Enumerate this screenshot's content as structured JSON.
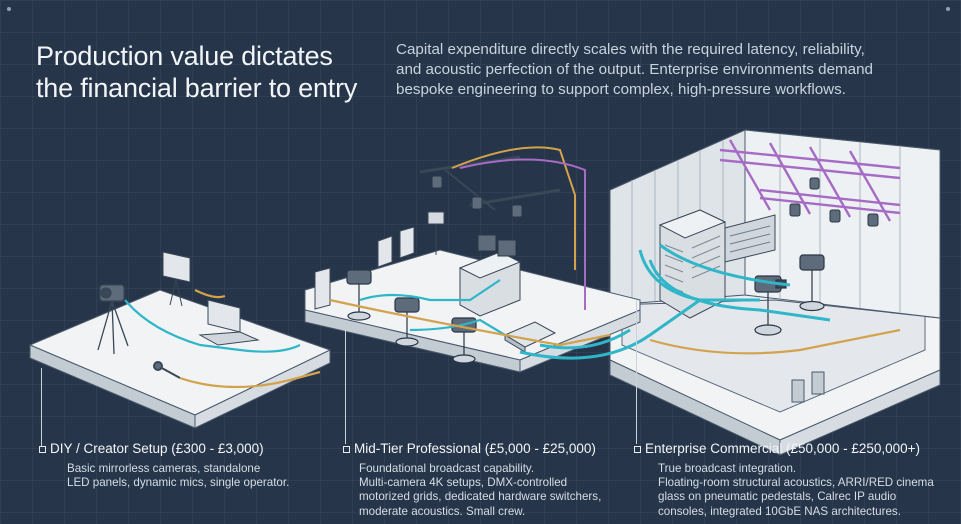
{
  "header": {
    "title_line1": "Production value dictates",
    "title_line2": "the financial barrier to entry",
    "subtitle_line1": "Capital expenditure directly scales with the required latency, reliability,",
    "subtitle_line2": "and acoustic perfection of the output. Enterprise environments demand",
    "subtitle_line3": "bespoke engineering to support complex, high-pressure workflows."
  },
  "tiers": [
    {
      "heading": "DIY / Creator Setup (£300 - £3,000)",
      "lines": [
        "Basic mirrorless cameras, standalone",
        "LED panels, dynamic mics, single operator."
      ]
    },
    {
      "heading": "Mid-Tier Professional (£5,000 - £25,000)",
      "lines": [
        "Foundational broadcast capability.",
        "Multi-camera 4K setups, DMX-controlled",
        "motorized grids, dedicated hardware switchers,",
        "moderate acoustics. Small crew."
      ]
    },
    {
      "heading": "Enterprise Commercial (£50,000 - £250,000+)",
      "lines": [
        "True broadcast integration.",
        "Floating-room structural acoustics, ARRI/RED cinema",
        "glass on pneumatic pedestals, Calrec IP audio",
        "consoles, integrated 10GbE NAS architectures."
      ]
    }
  ],
  "colors": {
    "background": "#263549",
    "platform_top": "#f1f3f5",
    "platform_side": "#c3cbd3",
    "cable_cyan": "#2fb6c8",
    "cable_gold": "#d2a24c",
    "cable_purple": "#a66bc4"
  }
}
